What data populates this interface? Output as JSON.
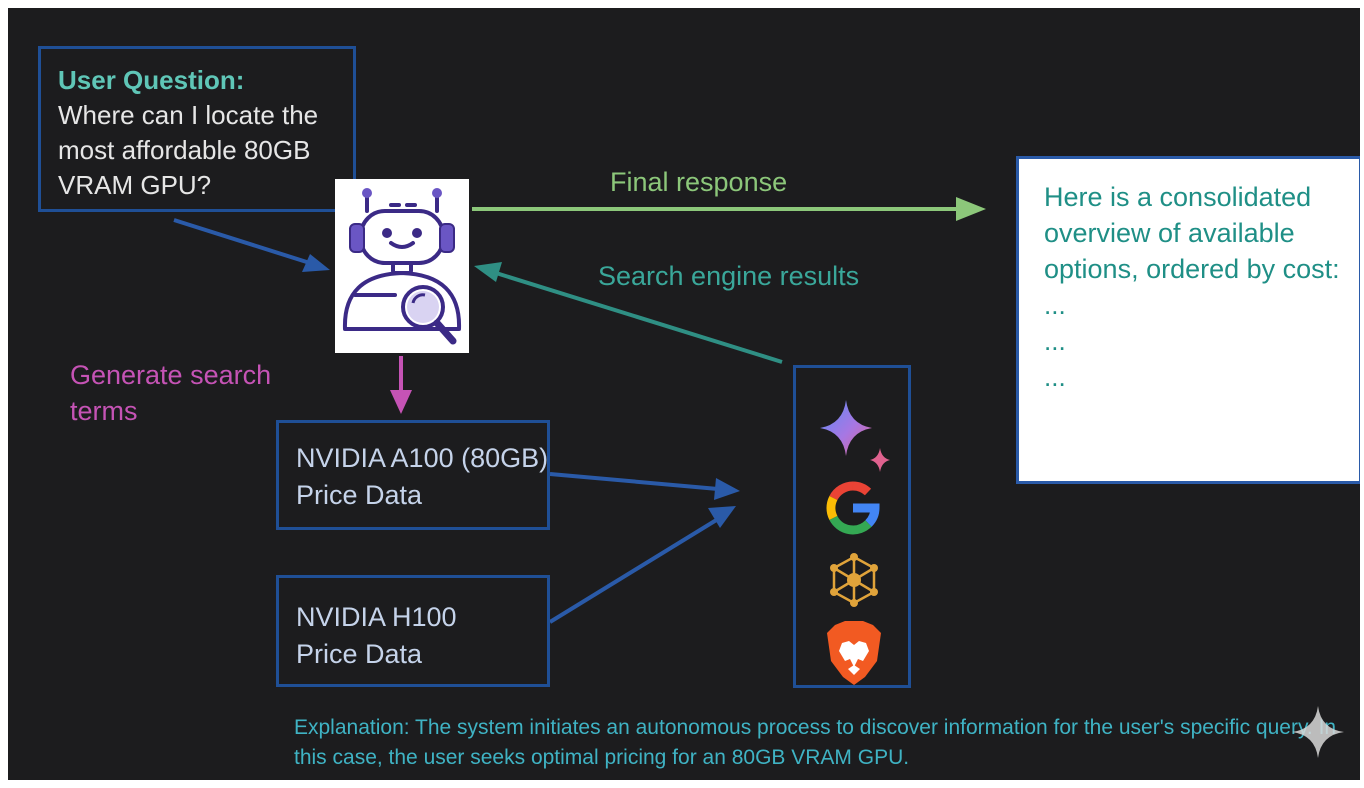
{
  "user_question": {
    "title": "User Question:",
    "text": "Where can I locate the most affordable 80GB VRAM GPU?"
  },
  "flow_labels": {
    "final_response": "Final response",
    "search_engine_results": "Search engine results",
    "generate_search_terms": "Generate search terms"
  },
  "search_terms": [
    {
      "text": "NVIDIA A100 (80GB) Price Data"
    },
    {
      "text": "NVIDIA H100 Price Data"
    }
  ],
  "final_answer": {
    "text": "Here is a consolidated overview of available options, ordered by cost:",
    "lines": [
      "...",
      "...",
      "..."
    ]
  },
  "search_engines": [
    "gemini-sparkle-icon",
    "google-g-icon",
    "network-hub-icon",
    "brave-lion-icon"
  ],
  "explanation": "Explanation: The system initiates an autonomous process to discover information for the user's specific query. In this case, the user seeks optimal pricing for an 80GB VRAM GPU.",
  "colors": {
    "background": "#1c1c1e",
    "box_border": "#1f4f96",
    "question_title": "#5fc6b7",
    "final_response": "#8cc77a",
    "search_results": "#3aa79a",
    "generate_terms": "#c553b5",
    "answer_text": "#1f8f86",
    "explanation": "#3fb3c4",
    "robot": "#3b2a86"
  }
}
